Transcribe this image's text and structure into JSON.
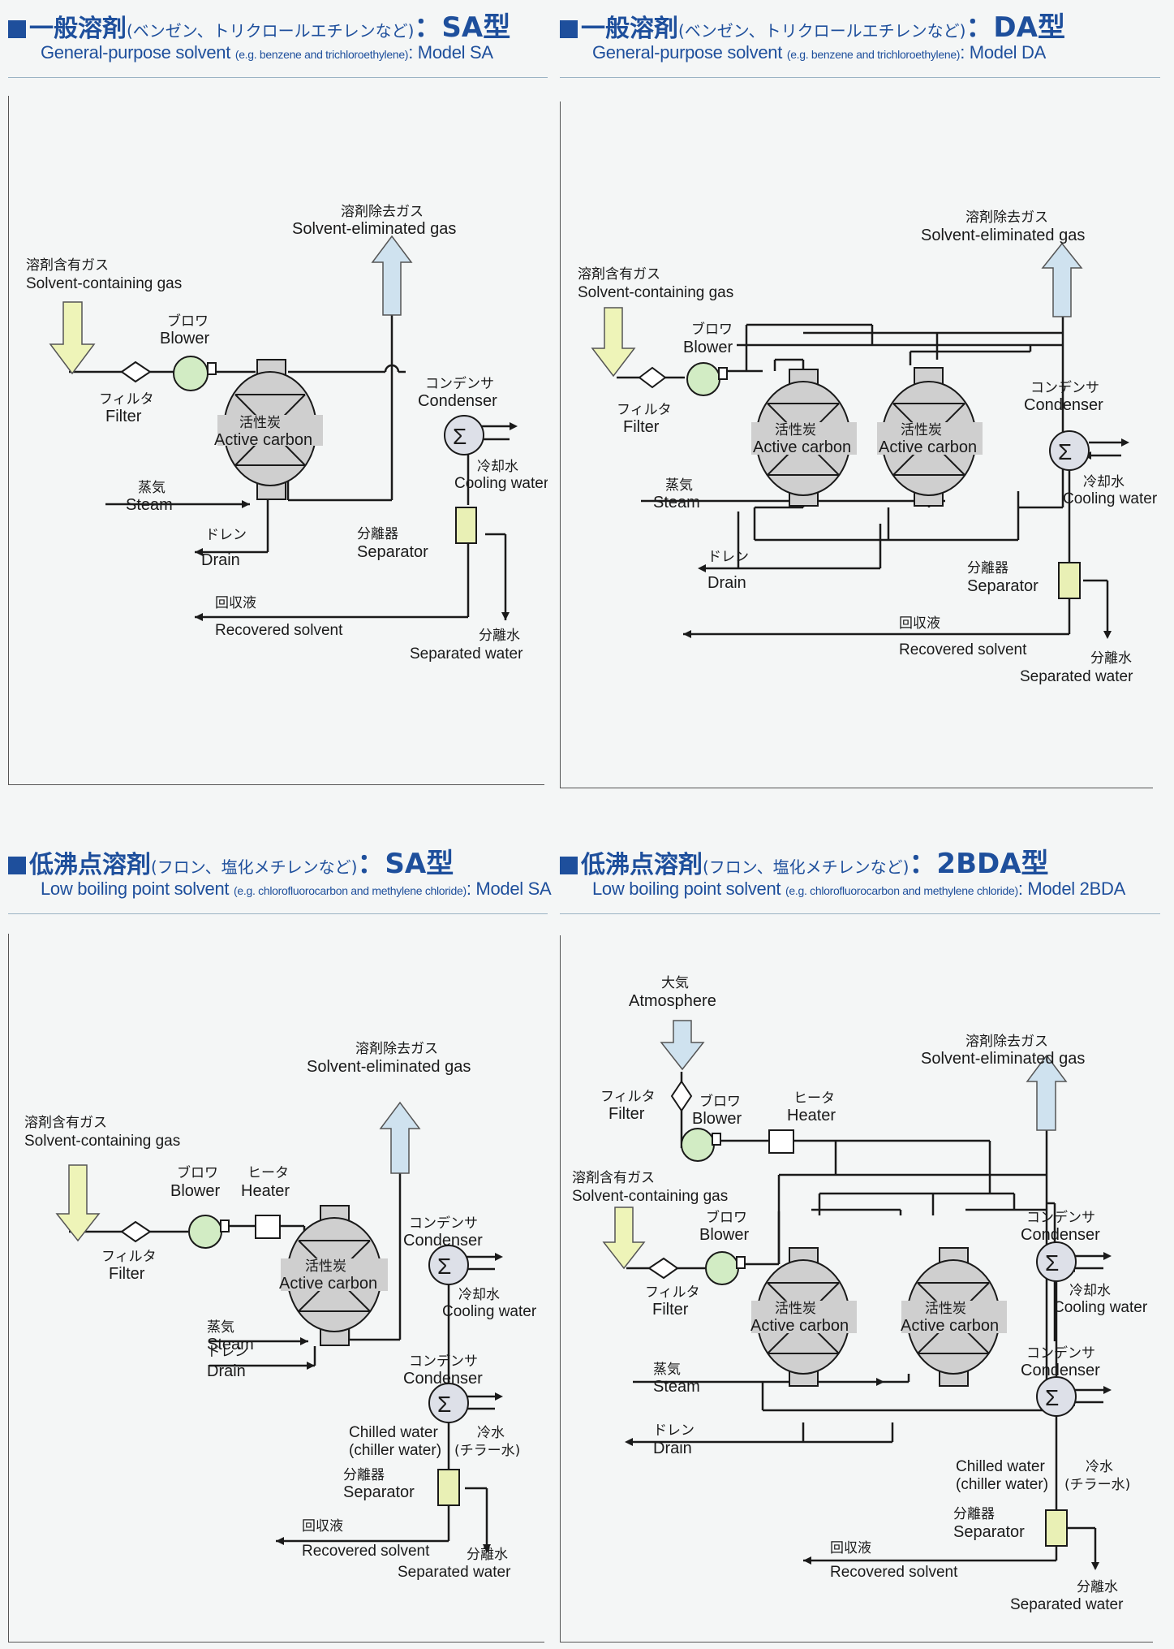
{
  "panels": [
    {
      "title_jp": "一般溶剤",
      "title_paren": "(ベンゼン、トリクロールエチレンなど)",
      "title_model": "：SA型",
      "subtitle_main": "General-purpose solvent",
      "subtitle_eg": "(e.g. benzene and trichloroethylene)",
      "subtitle_model": ": Model SA"
    },
    {
      "title_jp": "一般溶剤",
      "title_paren": "(ベンゼン、トリクロールエチレンなど)",
      "title_model": "：DA型",
      "subtitle_main": "General-purpose solvent",
      "subtitle_eg": "(e.g. benzene and trichloroethylene)",
      "subtitle_model": ": Model DA"
    },
    {
      "title_jp": "低沸点溶剤",
      "title_paren": "(フロン、塩化メチレンなど)",
      "title_model": "：SA型",
      "subtitle_main": "Low boiling point solvent",
      "subtitle_eg": "(e.g. chlorofluorocarbon and methylene chloride)",
      "subtitle_model": ": Model SA"
    },
    {
      "title_jp": "低沸点溶剤",
      "title_paren": "(フロン、塩化メチレンなど)",
      "title_model": "：2BDA型",
      "subtitle_main": "Low boiling point solvent",
      "subtitle_eg": "(e.g. chlorofluorocarbon and methylene chloride)",
      "subtitle_model": ": Model 2BDA"
    }
  ],
  "labels": {
    "gas_out_jp": "溶剤除去ガス",
    "gas_out_en": "Solvent-eliminated gas",
    "gas_in_jp": "溶剤含有ガス",
    "gas_in_en": "Solvent-containing gas",
    "blower_jp": "ブロワ",
    "blower_en": "Blower",
    "filter_jp": "フィルタ",
    "filter_en": "Filter",
    "carbon_jp": "活性炭",
    "carbon_en": "Active carbon",
    "condenser_jp": "コンデンサ",
    "condenser_en": "Condenser",
    "cooling_jp": "冷却水",
    "cooling_en": "Cooling water",
    "steam_jp": "蒸気",
    "steam_en": "Steam",
    "drain_jp": "ドレン",
    "drain_en": "Drain",
    "separator_jp": "分離器",
    "separator_en": "Separator",
    "recovered_jp": "回収液",
    "recovered_en": "Recovered solvent",
    "sepwater_jp": "分離水",
    "sepwater_en": "Separated water",
    "heater_jp": "ヒータ",
    "heater_en": "Heater",
    "chilled_en1": "Chilled water",
    "chilled_en2": "(chiller water)",
    "chilled_jp1": "冷水",
    "chilled_jp2": "(チラー水)",
    "atmos_jp": "大気",
    "atmos_en": "Atmosphere"
  },
  "colors": {
    "title": "#1e4f9c",
    "inlet_arrow": "#eef4b8",
    "outlet_arrow": "#cfe2ef",
    "blower": "#d2ecc4",
    "separator": "#e9f0b5",
    "vessel": "#cfcfcf"
  }
}
